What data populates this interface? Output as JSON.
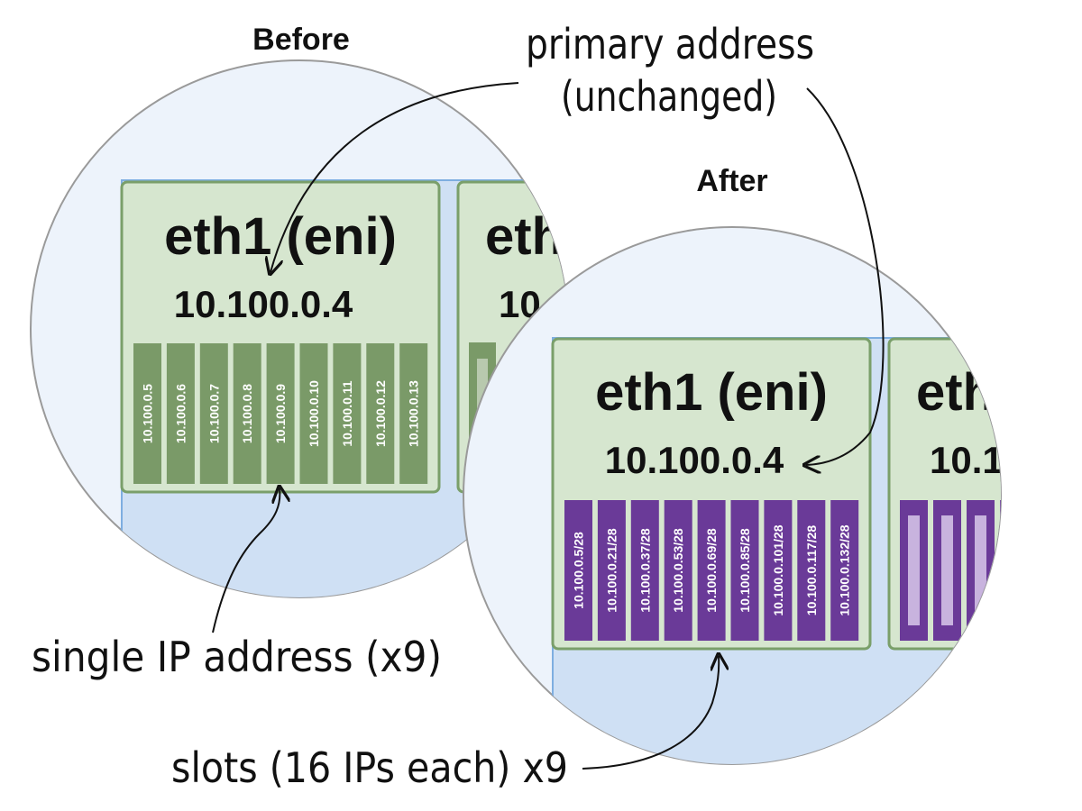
{
  "before": {
    "heading": "Before",
    "eni_label": "eth1 (eni)",
    "eni_label_partial": "eth",
    "primary_ip": "10.100.0.4",
    "primary_ip_partial": "10.",
    "ips": [
      "10.100.0.5",
      "10.100.0.6",
      "10.100.0.7",
      "10.100.0.8",
      "10.100.0.9",
      "10.100.0.10",
      "10.100.0.11",
      "10.100.0.12",
      "10.100.0.13"
    ]
  },
  "after": {
    "heading": "After",
    "eni_label": "eth1 (eni)",
    "eni_label_partial": "eth",
    "primary_ip": "10.100.0.4",
    "primary_ip_partial": "10.1",
    "prefixes": [
      "10.100.0.5/28",
      "10.100.0.21/28",
      "10.100.0.37/28",
      "10.100.0.53/28",
      "10.100.0.69/28",
      "10.100.0.85/28",
      "10.100.0.101/28",
      "10.100.0.117/28",
      "10.100.0.132/28"
    ]
  },
  "annotations": {
    "primary_line1": "primary address",
    "primary_line2": "(unchanged)",
    "single_ip": "single IP address (x9)",
    "slots": "slots (16 IPs each) x9"
  },
  "colors": {
    "circle_fill": "#edf3fb",
    "circle_stroke": "#9a9a9a",
    "host_fill": "#cfe0f4",
    "host_stroke": "#7eaee0",
    "eni_fill": "#d6e6cf",
    "eni_stroke": "#7a9f6a",
    "ip_slot": "#7a9a68",
    "prefix_slot": "#6a3a98",
    "prefix_inner": "#c8b3de"
  }
}
